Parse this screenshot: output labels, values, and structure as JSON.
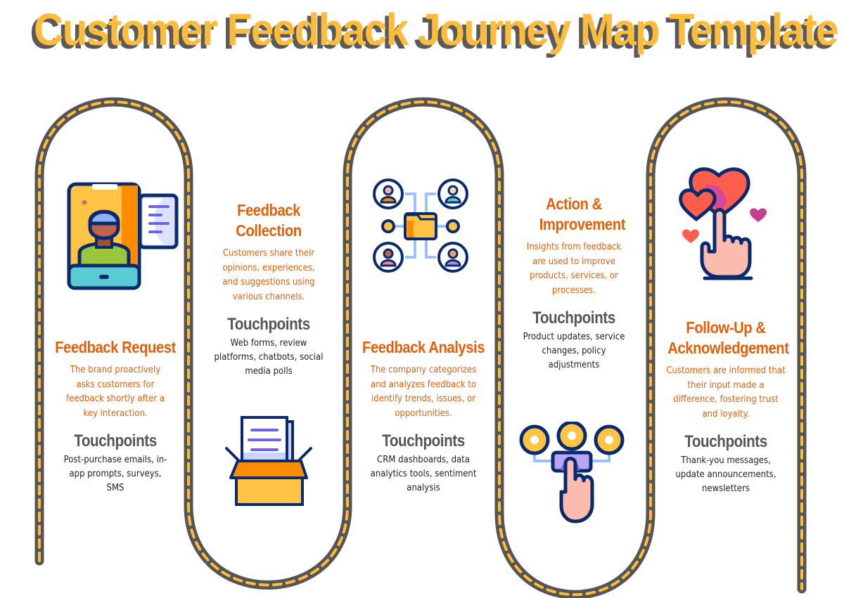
{
  "title": "Customer Feedback Journey Map Template",
  "colors": {
    "title_fill": "#FFBC3A",
    "title_shadow": "#5A5A5A",
    "road": "#555555",
    "road_dash": "#FFBC3A",
    "stage_title": "#E3600B",
    "stage_desc": "#E3600B",
    "touchpoints_title": "#555555",
    "touchpoints_text": "#222222"
  },
  "touchpoints_label": "Touchpoints",
  "stages": [
    {
      "id": "feedback-request",
      "title": "Feedback Request",
      "description": "The brand proactively asks customers for feedback shortly after a key interaction.",
      "touchpoints": "Post-purchase emails, in-app prompts, surveys, SMS",
      "icon": "phone-video-chat-icon"
    },
    {
      "id": "feedback-collection",
      "title": "Feedback Collection",
      "description": "Customers share their opinions, experiences, and suggestions using various channels.",
      "touchpoints": "Web forms, review platforms, chatbots, social media polls",
      "icon": "document-box-icon"
    },
    {
      "id": "feedback-analysis",
      "title": "Feedback Analysis",
      "description": "The company categorizes and analyzes feedback to identify trends, issues, or opportunities.",
      "touchpoints": "CRM dashboards, data analytics tools, sentiment analysis",
      "icon": "network-folder-icon"
    },
    {
      "id": "action-improvement",
      "title": "Action & Improvement",
      "description": "Insights from feedback are used to improve products, services, or processes.",
      "touchpoints": "Product updates, service changes, policy adjustments",
      "icon": "touch-select-icon"
    },
    {
      "id": "follow-up",
      "title": "Follow-Up & Acknowledgement",
      "description": "Customers are informed that their input made a difference, fostering trust and loyalty.",
      "touchpoints": "Thank-you messages, update announcements, newsletters",
      "icon": "hand-hearts-icon"
    }
  ]
}
